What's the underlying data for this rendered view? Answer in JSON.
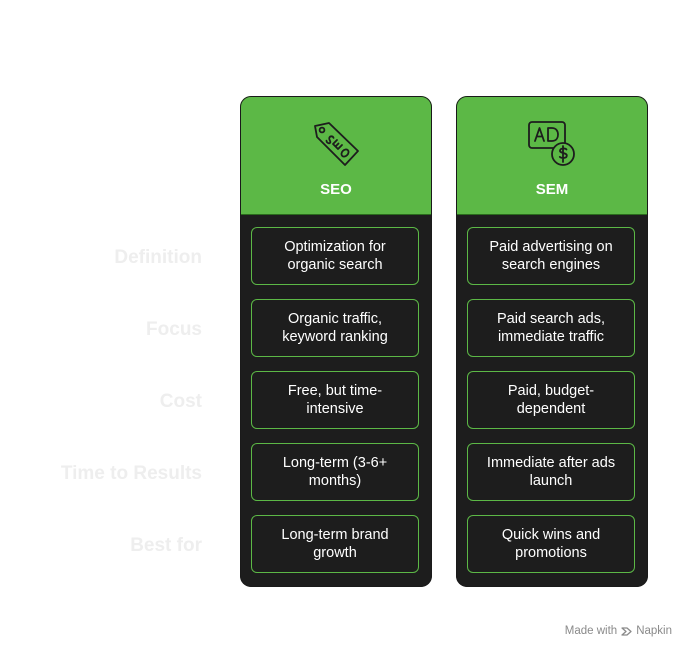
{
  "row_labels": [
    "Definition",
    "Focus",
    "Cost",
    "Time to Results",
    "Best for"
  ],
  "columns": [
    {
      "title": "SEO",
      "icon": "seo-tag-icon",
      "cells": [
        "Optimization for organic search",
        "Organic traffic, keyword ranking",
        "Free, but time-intensive",
        "Long-term (3-6+ months)",
        "Long-term brand growth"
      ]
    },
    {
      "title": "SEM",
      "icon": "ad-dollar-icon",
      "cells": [
        "Paid advertising on search engines",
        "Paid search ads, immediate traffic",
        "Paid, budget-dependent",
        "Immediate after ads launch",
        "Quick wins and promotions"
      ]
    }
  ],
  "credit": {
    "prefix": "Made with",
    "brand": "Napkin",
    "icon": "napkin-logo-icon"
  },
  "colors": {
    "header_green": "#5cb846",
    "column_dark": "#1d1d1d",
    "row_label": "#eeeeee"
  }
}
